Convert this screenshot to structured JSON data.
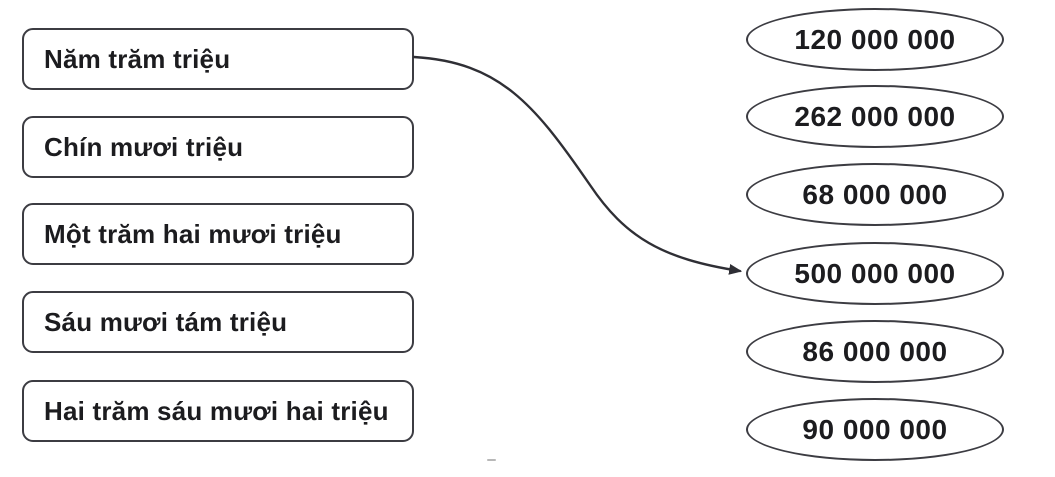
{
  "exercise": {
    "type": "matching",
    "left_items": [
      {
        "label": "Năm trăm triệu"
      },
      {
        "label": "Chín mươi triệu"
      },
      {
        "label": "Một trăm hai mươi triệu"
      },
      {
        "label": "Sáu mươi tám triệu"
      },
      {
        "label": "Hai trăm sáu mươi hai triệu"
      }
    ],
    "right_items": [
      {
        "value": "120 000 000"
      },
      {
        "value": "262 000 000"
      },
      {
        "value": "68 000 000"
      },
      {
        "value": "500 000 000"
      },
      {
        "value": "86 000 000"
      },
      {
        "value": "90 000 000"
      }
    ],
    "connections": [
      {
        "from": "Năm trăm triệu",
        "to": "500 000 000"
      }
    ]
  },
  "colors": {
    "outline": "#3c3c42",
    "arrow": "#2f2f35",
    "text": "#1c1c1f",
    "background": "#ffffff"
  }
}
